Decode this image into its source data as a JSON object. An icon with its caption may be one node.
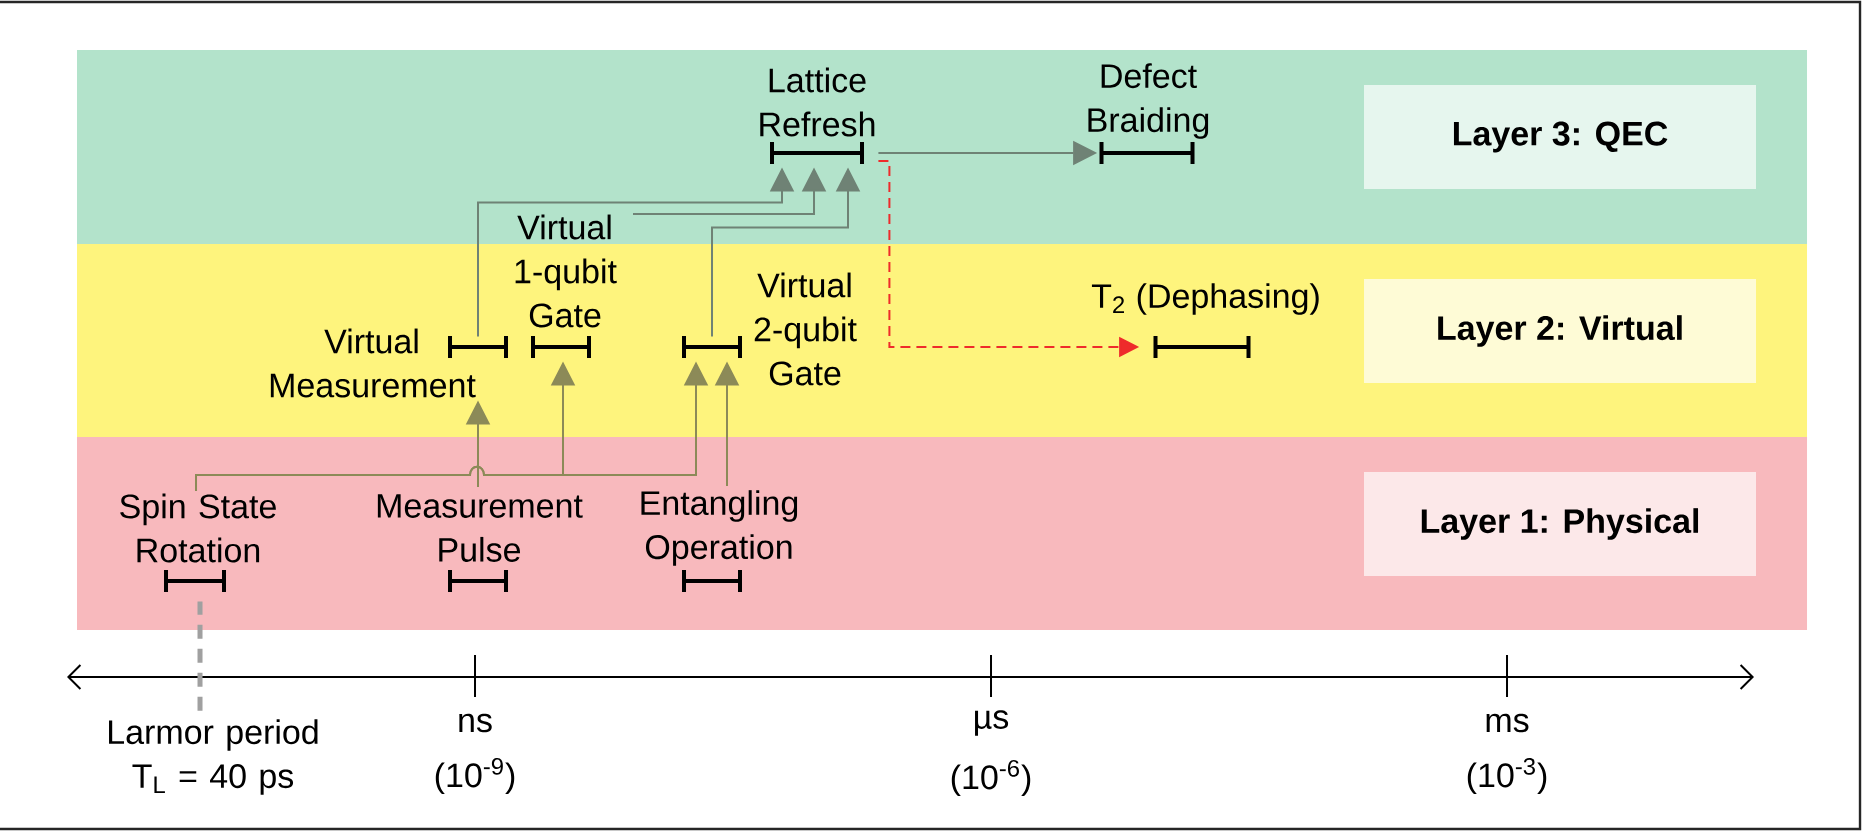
{
  "diagram": {
    "nodes": [
      {
        "text": [
          "Layer 3: QEC"
        ]
      },
      {
        "text": [
          "Lattice Refresh"
        ],
        "in": 0
      },
      {
        "text": [
          "Defect Braiding"
        ],
        "in": 0
      },
      {
        "text": [
          "Layer 2: Virtual"
        ]
      },
      {
        "text": [
          "Virtual Measurement"
        ],
        "in": 3
      },
      {
        "text": [
          "Virtual 1-qubit Gate"
        ]
      },
      {
        "text": [
          "Virtual 2-qubit Gate"
        ],
        "in": 3
      },
      {
        "text": [
          "T$_{2}$ (Dephasing)"
        ],
        "in": 3
      },
      {
        "text": [
          "Layer 1: Physical"
        ]
      },
      {
        "text": [
          "Spin State Rotation"
        ],
        "in": 8
      },
      {
        "text": [
          "Measurement Pulse"
        ],
        "in": 8
      },
      {
        "text": [
          "Entangling Operation"
        ],
        "in": 8
      },
      {
        "text": [
          "Larmor period T$_{L}$ = 40 ps"
        ]
      }
    ],
    "edges": [
      {
        "from": 4,
        "to": 1,
        "arrow": "to"
      },
      {
        "from": 5,
        "to": 1,
        "arrow": "to"
      },
      {
        "from": 6,
        "to": 1,
        "arrow": "to"
      },
      {
        "from": 1,
        "to": 2,
        "arrow": "to"
      },
      {
        "from": 1,
        "to": 7,
        "arrow": "to",
        "style": "dashed",
        "color": "#ee2b2b"
      },
      {
        "from": 9,
        "to": 5,
        "arrow": "to",
        "color": "#8c8a58"
      },
      {
        "from": 9,
        "to": 6,
        "arrow": "to",
        "color": "#8c8a58"
      },
      {
        "from": 10,
        "to": 4,
        "arrow": "to",
        "color": "#8c8a58"
      },
      {
        "from": 11,
        "to": 6,
        "arrow": "to",
        "color": "#8c8a58"
      },
      {
        "from": 12,
        "to": 9,
        "arrow": "none",
        "style": "dashed",
        "color": "#a0a0a0"
      }
    ],
    "labels": [
      "ns",
      "(10$^{-9}$)",
      "µs",
      "(10$^{-6}$)",
      "ms",
      "(10$^{-3}$)"
    ]
  }
}
